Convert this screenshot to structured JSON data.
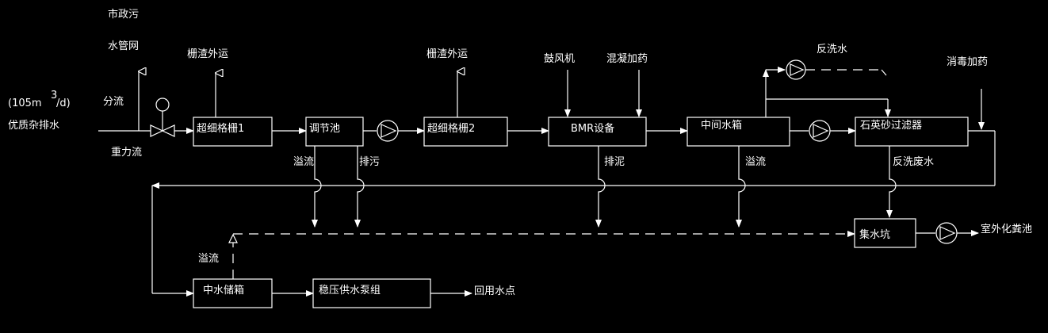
{
  "inflow": {
    "quantity_left": "(105m",
    "quantity_sup": "3",
    "quantity_right": "/d)",
    "name": "优质杂排水"
  },
  "bypass": {
    "line1": "市政污",
    "line2": "水管网",
    "split_label": "分流",
    "gravity_label": "重力流"
  },
  "units": {
    "screen1": "超细格栅1",
    "tank_adjust": "调节池",
    "screen2": "超细格栅2",
    "bmr": "BMR设备",
    "mid_tank": "中间水箱",
    "filter": "石英砂过滤器",
    "sump": "集水坑",
    "storage": "中水储箱",
    "pump_group": "稳压供水泵组"
  },
  "labels": {
    "screen1_out": "栅渣外运",
    "screen2_out": "栅渣外运",
    "blower": "鼓风机",
    "coag": "混凝加药",
    "backwash": "反洗水",
    "disinfect": "消毒加药",
    "overflow1": "溢流",
    "discharge": "排污",
    "sludge": "排泥",
    "overflow2": "溢流",
    "backwash_waste": "反洗废水",
    "overflow_storage": "溢流",
    "outdoor": "室外化粪池",
    "reuse": "回用水点"
  },
  "colors": {
    "background": "#000000",
    "line": "#ffffff"
  }
}
